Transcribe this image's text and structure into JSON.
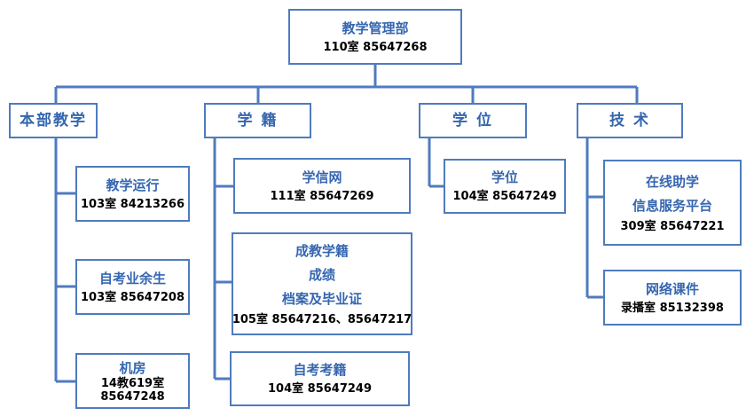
{
  "root": {
    "title": "教学管理部",
    "info": "110室  85647268"
  },
  "categories": [
    {
      "label": "本部教学"
    },
    {
      "label": "学 籍"
    },
    {
      "label": "学 位"
    },
    {
      "label": "技 术"
    }
  ],
  "units": {
    "jiaoxue_yunxing": {
      "title": "教学运行",
      "info": "103室 84213266"
    },
    "zikao_yusheng": {
      "title": "自考业余生",
      "info": "103室 85647208"
    },
    "jifang": {
      "title": "机房",
      "info_line1": "14教619室",
      "info_line2": "85647248"
    },
    "xuexinwang": {
      "title": "学信网",
      "info": "111室  85647269"
    },
    "chengjiao": {
      "line1": "成教学籍",
      "line2": "成绩",
      "line3": "档案及毕业证",
      "info": "105室 85647216、85647217"
    },
    "zikao_kaoji": {
      "title": "自考考籍",
      "info": "104室  85647249"
    },
    "xuewei": {
      "title": "学位",
      "info": "104室  85647249"
    },
    "zaixian": {
      "line1": "在线助学",
      "line2": "信息服务平台",
      "info": "309室  85647221"
    },
    "wangluo": {
      "title": "网络课件",
      "info": "录播室  85132398"
    }
  }
}
